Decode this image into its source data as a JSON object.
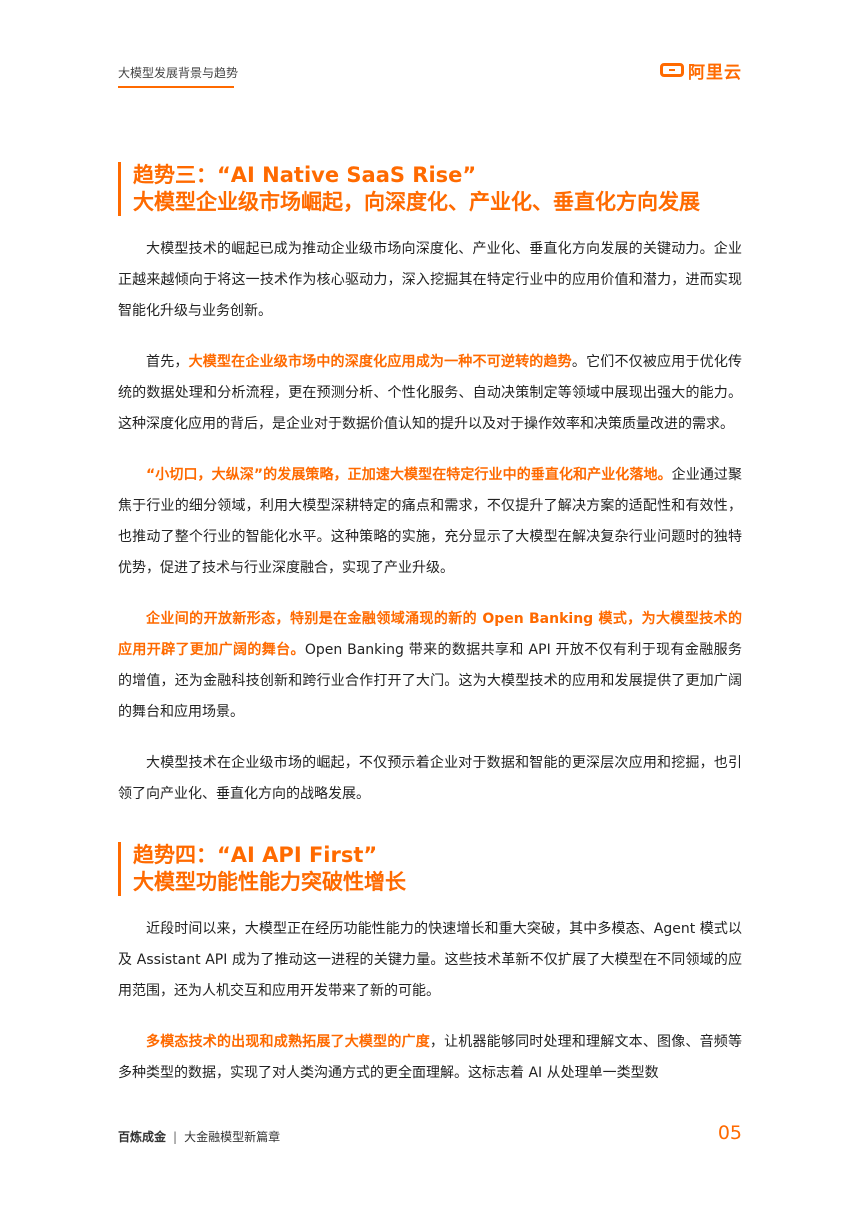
{
  "header": {
    "title": "大模型发展背景与趋势",
    "logo_text": "阿里云"
  },
  "section3": {
    "title_line1": "趋势三：“AI Native SaaS Rise”",
    "title_line2": "大模型企业级市场崛起，向深度化、产业化、垂直化方向发展",
    "p1": "大模型技术的崛起已成为推动企业级市场向深度化、产业化、垂直化方向发展的关键动力。企业正越来越倾向于将这一技术作为核心驱动力，深入挖掘其在特定行业中的应用价值和潜力，进而实现智能化升级与业务创新。",
    "p2_pre": "首先，",
    "p2_hl": "大模型在企业级市场中的深度化应用成为一种不可逆转的趋势",
    "p2_post": "。它们不仅被应用于优化传统的数据处理和分析流程，更在预测分析、个性化服务、自动决策制定等领域中展现出强大的能力。这种深度化应用的背后，是企业对于数据价值认知的提升以及对于操作效率和决策质量改进的需求。",
    "p3_hl": "“小切口，大纵深”的发展策略，正加速大模型在特定行业中的垂直化和产业化落地。",
    "p3_post": "企业通过聚焦于行业的细分领域，利用大模型深耕特定的痛点和需求，不仅提升了解决方案的适配性和有效性，也推动了整个行业的智能化水平。这种策略的实施，充分显示了大模型在解决复杂行业问题时的独特优势，促进了技术与行业深度融合，实现了产业升级。",
    "p4_hl": "企业间的开放新形态，特别是在金融领域涌现的新的 Open Banking 模式，为大模型技术的应用开辟了更加广阔的舞台。",
    "p4_post": "Open Banking 带来的数据共享和 API 开放不仅有利于现有金融服务的增值，还为金融科技创新和跨行业合作打开了大门。这为大模型技术的应用和发展提供了更加广阔的舞台和应用场景。",
    "p5": "大模型技术在企业级市场的崛起，不仅预示着企业对于数据和智能的更深层次应用和挖掘，也引领了向产业化、垂直化方向的战略发展。"
  },
  "section4": {
    "title_line1": "趋势四：“AI API First”",
    "title_line2": "大模型功能性能力突破性增长",
    "p1": "近段时间以来，大模型正在经历功能性能力的快速增长和重大突破，其中多模态、Agent 模式以及 Assistant API 成为了推动这一进程的关键力量。这些技术革新不仅扩展了大模型在不同领域的应用范围，还为人机交互和应用开发带来了新的可能。",
    "p2_hl": "多模态技术的出现和成熟拓展了大模型的广度",
    "p2_post": "，让机器能够同时处理和理解文本、图像、音频等多种类型的数据，实现了对人类沟通方式的更全面理解。这标志着 AI 从处理单一类型数"
  },
  "footer": {
    "brand": "百炼成金",
    "separator": "|",
    "subtitle": "大金融模型新篇章",
    "page_number": "05"
  }
}
